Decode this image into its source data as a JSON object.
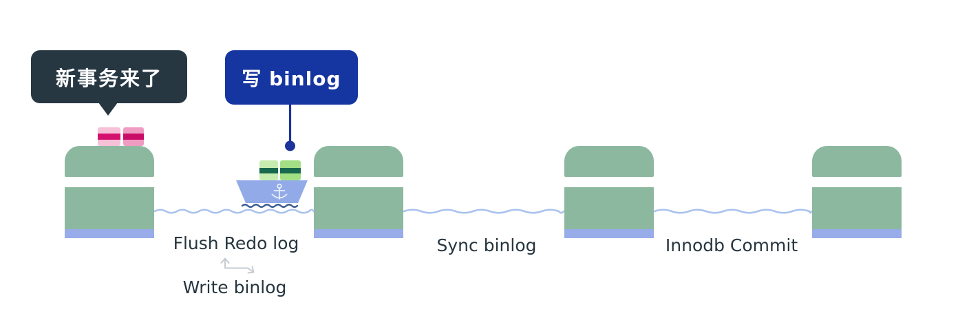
{
  "bubbles": {
    "new_transaction": {
      "text": "新事务来了"
    },
    "write_binlog": {
      "text": "写 binlog"
    }
  },
  "stages": {
    "flush_redo_log": "Flush Redo log",
    "write_binlog": "Write binlog",
    "sync_binlog": "Sync binlog",
    "innodb_commit": "Innodb Commit"
  },
  "icons": {
    "anchor": "⚓",
    "swap_arrows": "⇅",
    "water_wave": "〜"
  },
  "colors": {
    "pier_green": "#8cb89f",
    "pier_base_blue": "#97ace9",
    "water_wave_blue": "#a9c2ee",
    "boat_hull_blue": "#92abe8",
    "boat_wake_navy": "#3a5b91",
    "dark_bubble_bg": "#263742",
    "blue_bubble_bg": "#1535a0",
    "connector_blue": "#1c339c",
    "pink_block_light": "#f6c0d6",
    "pink_block_dark": "#f09cc2",
    "pink_stripe": "#d5116f",
    "pink_stripe_dark": "#c90d67",
    "green_block_light": "#c6edaf",
    "green_block_dark": "#a3e085",
    "green_stripe": "#17684d",
    "label_text": "#26363f",
    "swap_arrow_gray": "#c6ccd3",
    "bubble_text": "#ffffff",
    "background": "#ffffff"
  }
}
